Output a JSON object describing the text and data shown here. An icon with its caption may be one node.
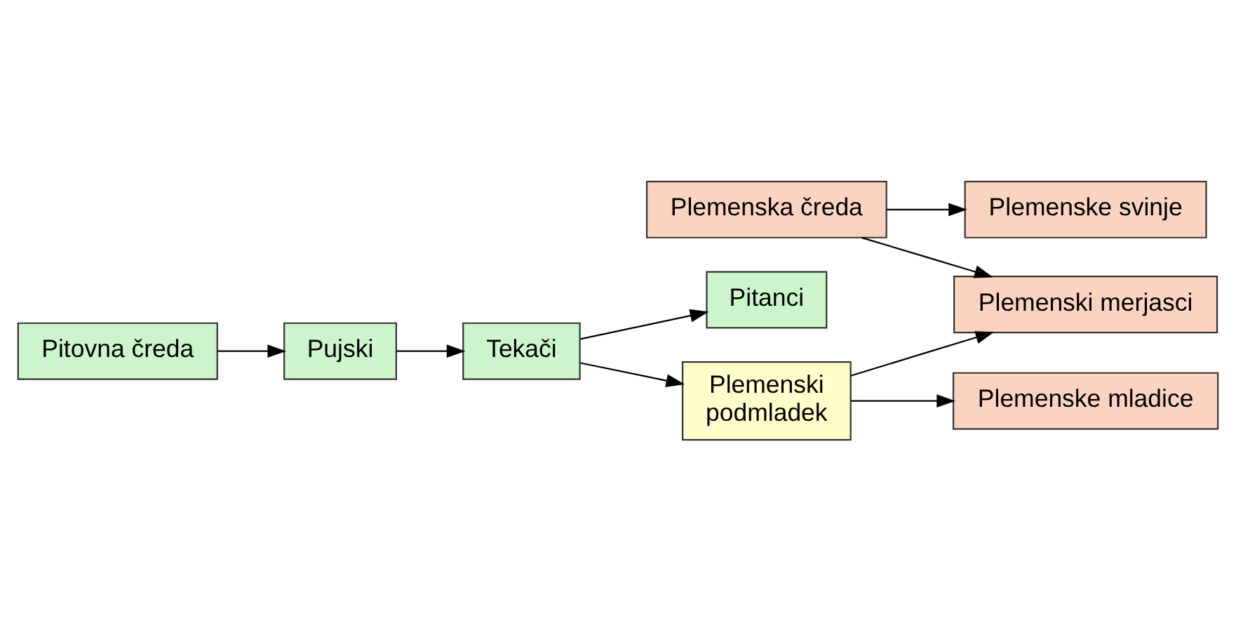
{
  "diagram": {
    "nodes": [
      {
        "text": [
          "Plemenska čreda"
        ]
      },
      {
        "text": [
          "Plemenske svinje"
        ]
      },
      {
        "text": [
          "Plemenske mladice"
        ]
      },
      {
        "text": [
          "Plemenski merjasci"
        ]
      },
      {
        "text": [
          "Pitovna čreda"
        ]
      },
      {
        "text": [
          "Pujski"
        ]
      },
      {
        "text": [
          "Tekači"
        ]
      },
      {
        "text": [
          "Pitanci"
        ]
      },
      {
        "text": [
          "Plemenski podmladek"
        ]
      }
    ],
    "edges": [
      {
        "from": 0,
        "to": 1,
        "arrow": "to"
      },
      {
        "from": 0,
        "to": 3,
        "arrow": "to"
      },
      {
        "from": 4,
        "to": 5,
        "arrow": "to"
      },
      {
        "from": 5,
        "to": 6,
        "arrow": "to"
      },
      {
        "from": 6,
        "to": 7,
        "arrow": "to"
      },
      {
        "from": 6,
        "to": 8,
        "arrow": "to"
      },
      {
        "from": 8,
        "to": 2,
        "arrow": "to"
      },
      {
        "from": 8,
        "to": 3,
        "arrow": "to"
      }
    ]
  }
}
